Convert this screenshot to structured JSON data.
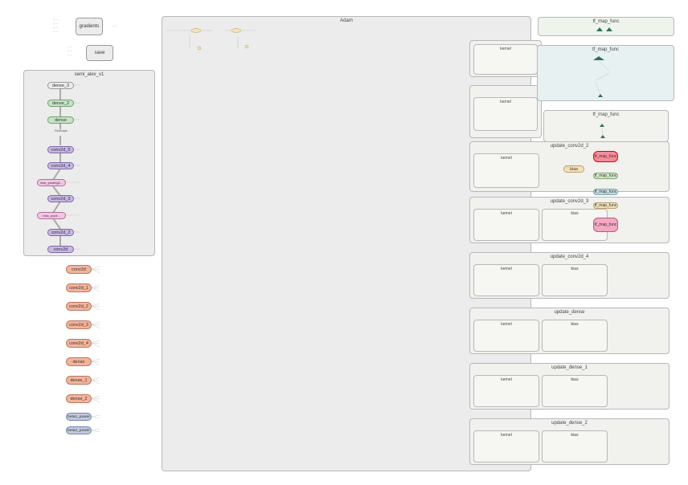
{
  "gradients": {
    "label": "gradients"
  },
  "save": {
    "label": "save"
  },
  "semi_alex_v1": {
    "title": "semi_alex_v1",
    "nodes": [
      "dense_3",
      "dense_2",
      "dense",
      "Reshape",
      "conv2d_5",
      "conv2d_4",
      "max_pooling2...",
      "conv2d_3",
      "max_pooli...",
      "conv2d_2",
      "conv2d"
    ]
  },
  "variables": [
    "conv2d",
    "conv2d_1",
    "conv2d_2",
    "conv2d_3",
    "conv2d_4",
    "dense",
    "dense_1",
    "dense_2",
    "beta1_power",
    "beta2_power"
  ],
  "adam": {
    "title": "Adam"
  },
  "updates": [
    {
      "title": "update_conv2d_2",
      "left": "kernel",
      "right": "bias"
    },
    {
      "title": "update_conv2d_3",
      "left": "kernel",
      "right": "bias"
    },
    {
      "title": "update_conv2d_4",
      "left": "kernel",
      "right": "bias"
    },
    {
      "title": "update_dense",
      "left": "kernel",
      "right": "bias"
    },
    {
      "title": "update_dense_1",
      "left": "kernel",
      "right": "bias"
    },
    {
      "title": "update_dense_2",
      "left": "kernel",
      "right": "bias"
    }
  ],
  "map_func": {
    "label": "tf_map_func"
  },
  "side_nodes": {
    "bias": "bias",
    "kernel": "kernel"
  }
}
